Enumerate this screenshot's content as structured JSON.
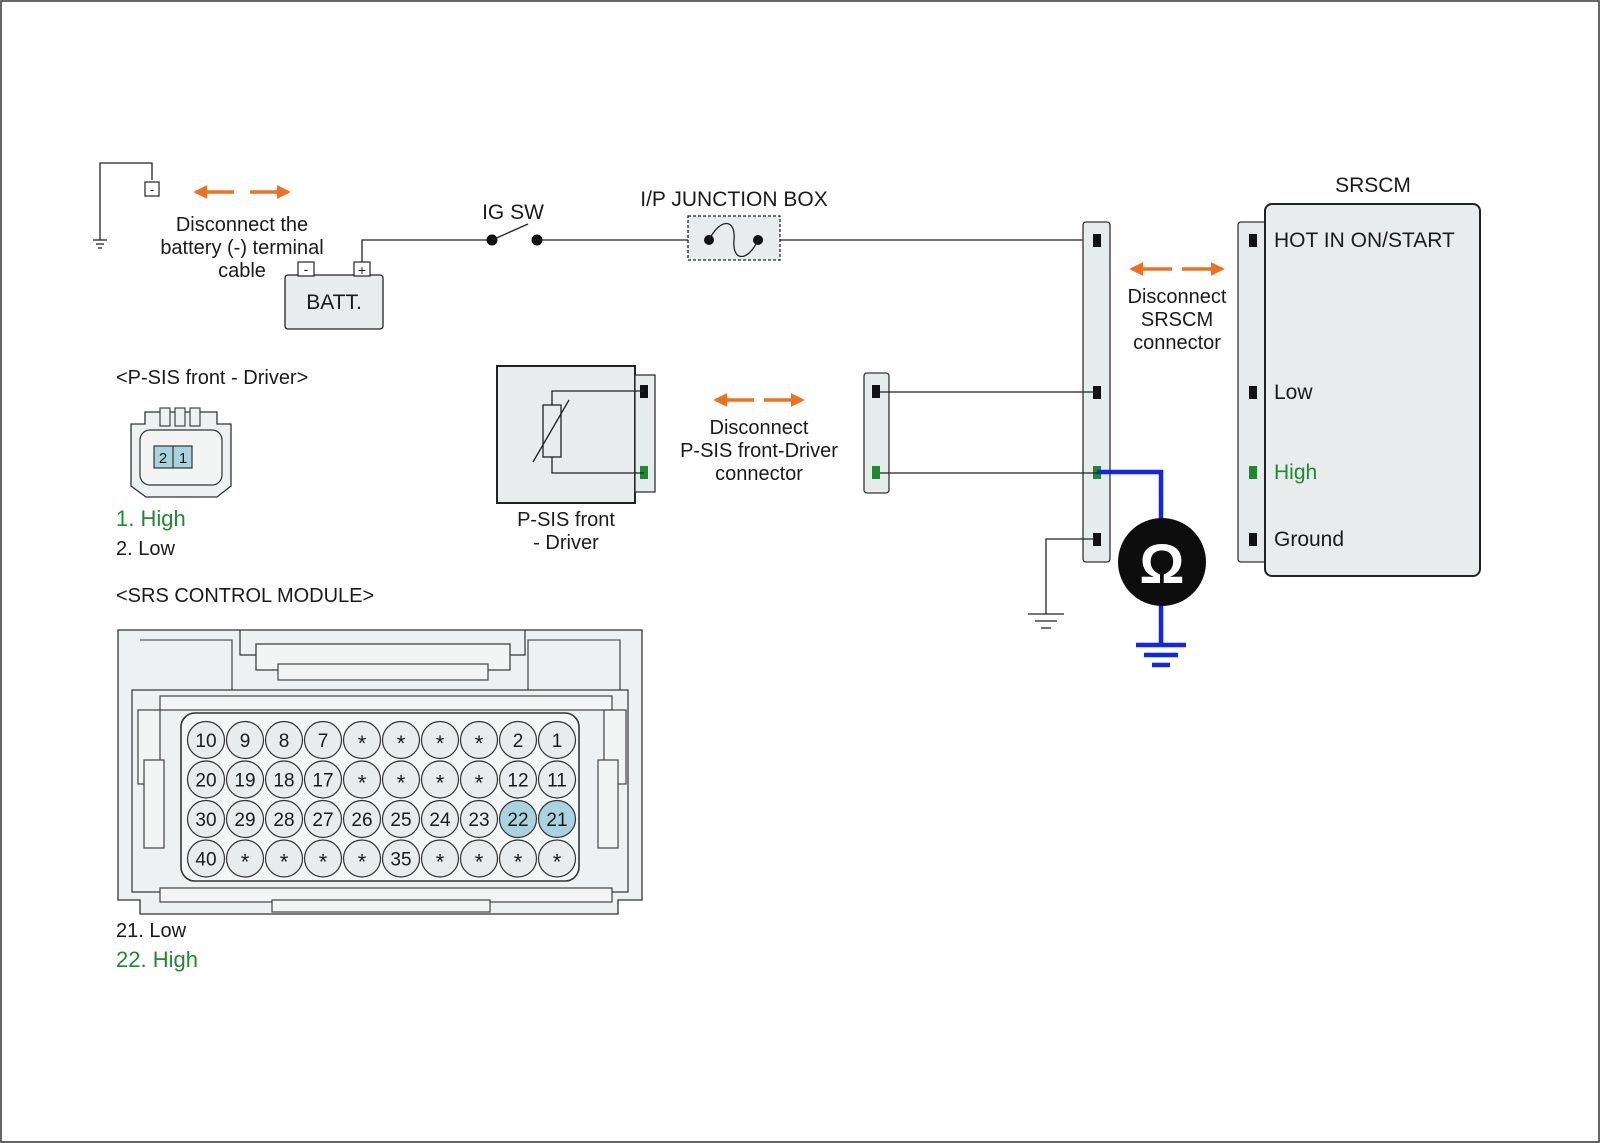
{
  "colors": {
    "arrow": "#f07022",
    "highlight_text": "#1e8a2e",
    "meter_wire": "#1226e8",
    "pin_highlight": "#a9d3de",
    "connector_fill": "#e6ebeb"
  },
  "battery": {
    "disconnect_label_lines": [
      "Disconnect the",
      "battery (-) terminal",
      "cable"
    ],
    "label": "BATT.",
    "minus": "-",
    "plus": "+"
  },
  "ig_switch": {
    "label": "IG SW"
  },
  "junction_box": {
    "label": "I/P JUNCTION BOX"
  },
  "srscm": {
    "title": "SRSCM",
    "pins": [
      {
        "label": "HOT IN ON/START",
        "highlight": false
      },
      {
        "label": "Low",
        "highlight": false
      },
      {
        "label": "High",
        "highlight": true
      },
      {
        "label": "Ground",
        "highlight": false
      }
    ],
    "disconnect_label_lines": [
      "Disconnect",
      "SRSCM",
      "connector"
    ]
  },
  "psis": {
    "label_lines": [
      "P-SIS front",
      "- Driver"
    ],
    "disconnect_label_lines": [
      "Disconnect",
      "P-SIS front-Driver",
      "connector"
    ]
  },
  "meter": {
    "symbol": "Ω",
    "icon": "ohmmeter-icon"
  },
  "psis_connector": {
    "title": "<P-SIS front - Driver>",
    "cavities": [
      "2",
      "1"
    ],
    "legend": [
      {
        "text": "1. High",
        "highlight": true
      },
      {
        "text": "2. Low",
        "highlight": false
      }
    ]
  },
  "srs_module": {
    "title": "<SRS CONTROL MODULE>",
    "rows": [
      [
        "10",
        "9",
        "8",
        "7",
        "*",
        "*",
        "*",
        "*",
        "2",
        "1"
      ],
      [
        "20",
        "19",
        "18",
        "17",
        "*",
        "*",
        "*",
        "*",
        "12",
        "11"
      ],
      [
        "30",
        "29",
        "28",
        "27",
        "26",
        "25",
        "24",
        "23",
        "22",
        "21"
      ],
      [
        "40",
        "*",
        "*",
        "*",
        "*",
        "35",
        "*",
        "*",
        "*",
        "*"
      ]
    ],
    "highlighted_pins": [
      "22",
      "21"
    ],
    "legend": [
      {
        "text": "21. Low",
        "highlight": false
      },
      {
        "text": "22. High",
        "highlight": true
      }
    ]
  }
}
